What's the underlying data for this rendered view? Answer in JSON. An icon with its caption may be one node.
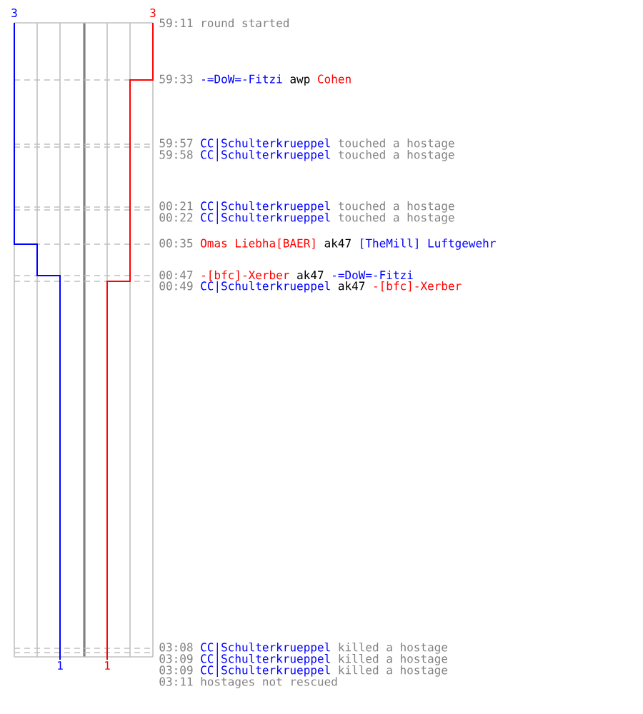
{
  "diagram": {
    "labels": [
      "3",
      "3",
      "59:11",
      "round started",
      "59:33",
      "-=DoW=-Fitzi",
      "awp",
      "Cohen",
      "59:57",
      "CC|Schulterkrueppel",
      "touched a hostage",
      "59:58",
      "CC|Schulterkrueppel",
      "touched a hostage",
      "00:21",
      "CC|Schulterkrueppel",
      "touched a hostage",
      "00:22",
      "CC|Schulterkrueppel",
      "touched a hostage",
      "00:35",
      "Omas Liebha[BAER]",
      "ak47",
      "[TheMill] Luftgewehr",
      "00:47",
      "-[bfc]-Xerber",
      "ak47",
      "-=DoW=-Fitzi",
      "00:49",
      "CC|Schulterkrueppel",
      "ak47",
      "-[bfc]-Xerber",
      "03:08",
      "CC|Schulterkrueppel",
      "killed a hostage",
      "03:09",
      "CC|Schulterkrueppel",
      "killed a hostage",
      "03:09",
      "CC|Schulterkrueppel",
      "killed a hostage",
      "03:11",
      "hostages not rescued",
      "1",
      "1"
    ]
  }
}
